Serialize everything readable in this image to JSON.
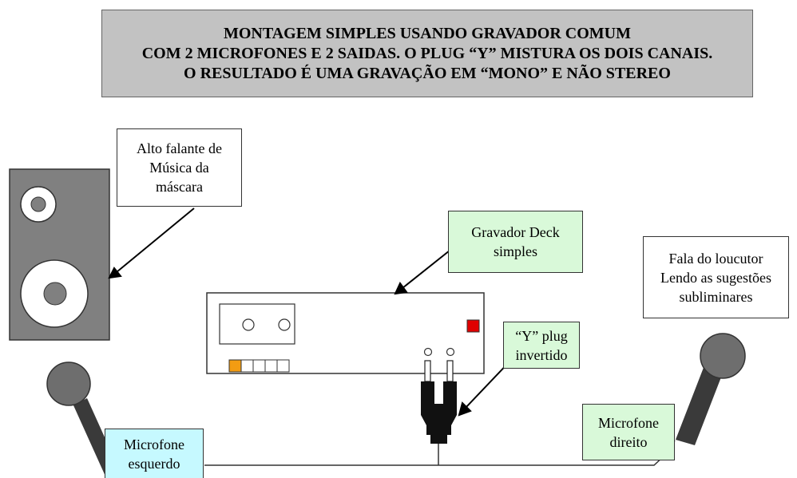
{
  "title": {
    "lines": [
      "MONTAGEM SIMPLES USANDO GRAVADOR COMUM",
      "COM 2 MICROFONES E 2 SAIDAS.  O PLUG “Y” MISTURA OS DOIS CANAIS.",
      "O RESULTADO É UMA GRAVAÇÃO EM “MONO”  E NÃO STEREO"
    ]
  },
  "labels": {
    "speaker": [
      "Alto falante de",
      "Música da",
      "máscara"
    ],
    "recorder": [
      "Gravador Deck",
      "simples"
    ],
    "announcer": [
      "Fala do loucutor",
      "Lendo as sugestões",
      "subliminares"
    ],
    "y_plug": [
      "“Y” plug",
      "invertido"
    ],
    "mic_right": [
      "Microfone",
      "direito"
    ],
    "mic_left": [
      "Microfone",
      "esquerdo"
    ]
  },
  "colors": {
    "title_bg": "#c2c2c2",
    "green_label": "#d9f9d9",
    "cyan_label": "#c6f9ff",
    "speaker_body": "#808080",
    "record_led": "#e00000",
    "deck_button": "#f39c12"
  }
}
